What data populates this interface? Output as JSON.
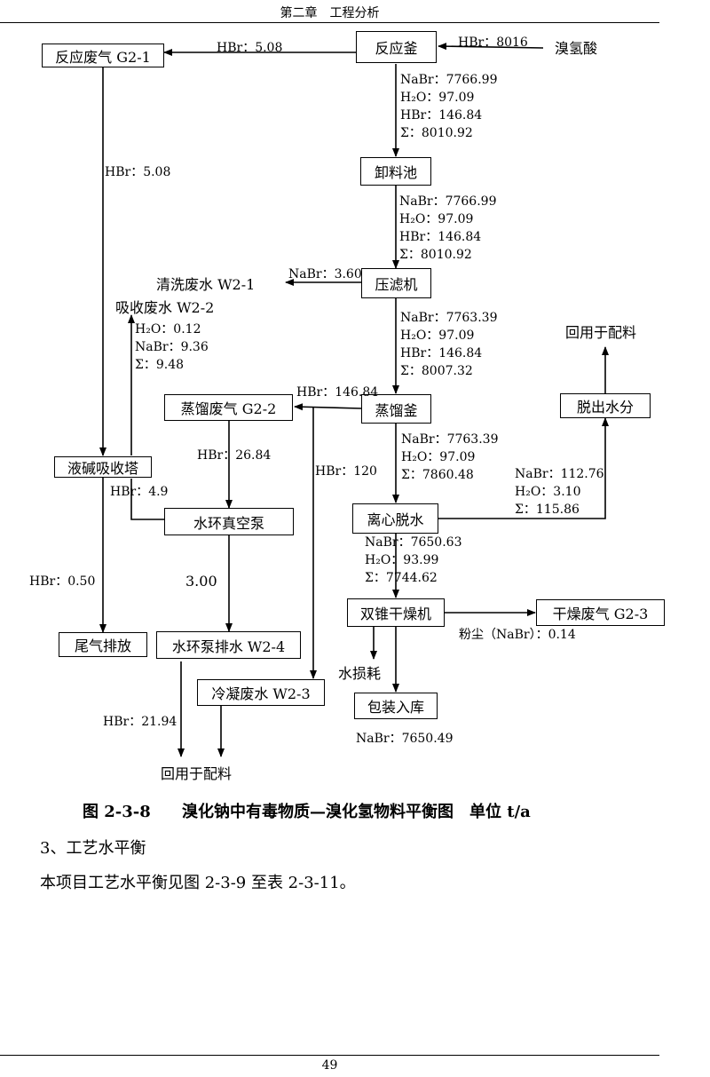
{
  "header": "第二章　工程分析",
  "page_number": "49",
  "caption": {
    "number": "图 2-3-8",
    "title": "溴化钠中有毒物质—溴化氢物料平衡图",
    "unit": "单位 t/a"
  },
  "section_heading": "3、工艺水平衡",
  "body_text": "本项目工艺水平衡见图 2-3-9 至表 2-3-11。",
  "nodes": {
    "reactor": "反应釜",
    "hbr_acid": "溴氢酸",
    "reaction_gas": "反应废气 G2-1",
    "unload_tank": "卸料池",
    "filter_press": "压滤机",
    "wash_water": "清洗废水 W2-1",
    "absorb_water": "吸收废水 W2-2",
    "distill_gas": "蒸馏废气 G2-2",
    "distiller": "蒸馏釜",
    "dewater": "脱出水分",
    "recycle_top": "回用于配料",
    "alkali_tower": "液碱吸收塔",
    "vacuum_pump": "水环真空泵",
    "centrifuge": "离心脱水",
    "tail_gas": "尾气排放",
    "pump_drain": "水环泵排水 W2-4",
    "cond_water": "冷凝废水 W2-3",
    "dryer": "双锥干燥机",
    "dry_gas": "干燥废气 G2-3",
    "water_loss": "水损耗",
    "packing": "包装入库",
    "recycle_bottom": "回用于配料"
  },
  "flows": {
    "acid_in": "HBr：8016",
    "reactor_to_gas": "HBr：5.08",
    "gas_to_tower": "HBr：5.08",
    "reactor_out": [
      "NaBr：7766.99",
      "H₂O：97.09",
      "HBr：146.84",
      "Σ：8010.92"
    ],
    "unload_out": [
      "NaBr：7766.99",
      "H₂O：97.09",
      "HBr：146.84",
      "Σ：8010.92"
    ],
    "press_to_wash": "NaBr：3.60",
    "press_out": [
      "NaBr：7763.39",
      "H₂O：97.09",
      "HBr：146.84",
      "Σ：8007.32"
    ],
    "tower_to_absorb": [
      "H₂O：0.12",
      "NaBr：9.36",
      "Σ：9.48"
    ],
    "distill_hbr": "HBr：146.84",
    "distill_out": [
      "NaBr：7763.39",
      "H₂O：97.09",
      "Σ：7860.48"
    ],
    "gas_to_pump": "HBr：26.84",
    "cond_hbr": "HBr：120",
    "pump_to_tower": "HBr：4.9",
    "centrifuge_side": [
      "NaBr：112.76",
      "H₂O：3.10",
      "Σ：115.86"
    ],
    "centrifuge_out": [
      "NaBr：7650.63",
      "H₂O：93.99",
      "Σ：7744.62"
    ],
    "tail_hbr": "HBr：0.50",
    "pump_drain_value": "3.00",
    "dust": "粉尘（NaBr）：0.14",
    "recycle_hbr": "HBr：21.94",
    "packing_nabr": "NaBr：7650.49"
  }
}
